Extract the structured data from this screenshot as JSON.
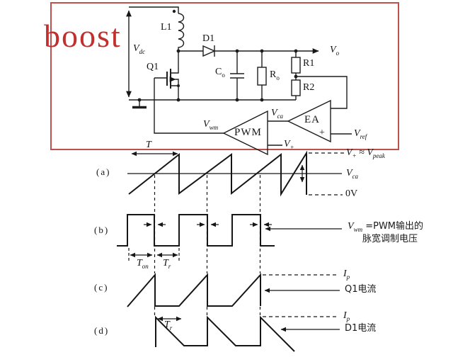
{
  "colors": {
    "box_red": "#c0504d",
    "title_red": "#c22f2f",
    "ink": "#161616"
  },
  "title": "boost",
  "circuit": {
    "vdc": {
      "b": "V",
      "s": "dc"
    },
    "l1": "L1",
    "d1": "D1",
    "q1": "Q1",
    "co": {
      "b": "C",
      "s": "o"
    },
    "ro": {
      "b": "R",
      "s": "o"
    },
    "r1": "R1",
    "r2": "R2",
    "vo": {
      "b": "V",
      "s": "o"
    },
    "pwm": "PWM",
    "ea": "EA",
    "plus": "+",
    "vref": {
      "b": "V",
      "s": "ref"
    },
    "vca": {
      "b": "V",
      "s": "ca"
    },
    "vwm": {
      "b": "V",
      "s": "wm"
    },
    "vplus": {
      "b": "V",
      "s": "+"
    },
    "period": "T"
  },
  "waveforms": {
    "a": {
      "tag": "(a)",
      "peak": {
        "b1": "V",
        "s1": "+",
        "approx": " ≈ ",
        "b2": "V",
        "s2": "peak"
      },
      "vca": {
        "b": "V",
        "s": "ca"
      },
      "zero": "0V"
    },
    "b": {
      "tag": "(b)",
      "ton": {
        "b": "T",
        "s": "on"
      },
      "tr": {
        "b": "T",
        "s": "r"
      },
      "note": {
        "b": "V",
        "s": "wm",
        "line1": " =PWM输出的",
        "line2": "脉宽调制电压"
      }
    },
    "c": {
      "tag": "(c)",
      "ip": {
        "b": "I",
        "s": "p"
      },
      "note": "Q1电流"
    },
    "d": {
      "tag": "(d)",
      "tr": {
        "b": "T",
        "s": "r"
      },
      "ip": {
        "b": "I",
        "s": "p"
      },
      "note": "D1电流"
    }
  }
}
